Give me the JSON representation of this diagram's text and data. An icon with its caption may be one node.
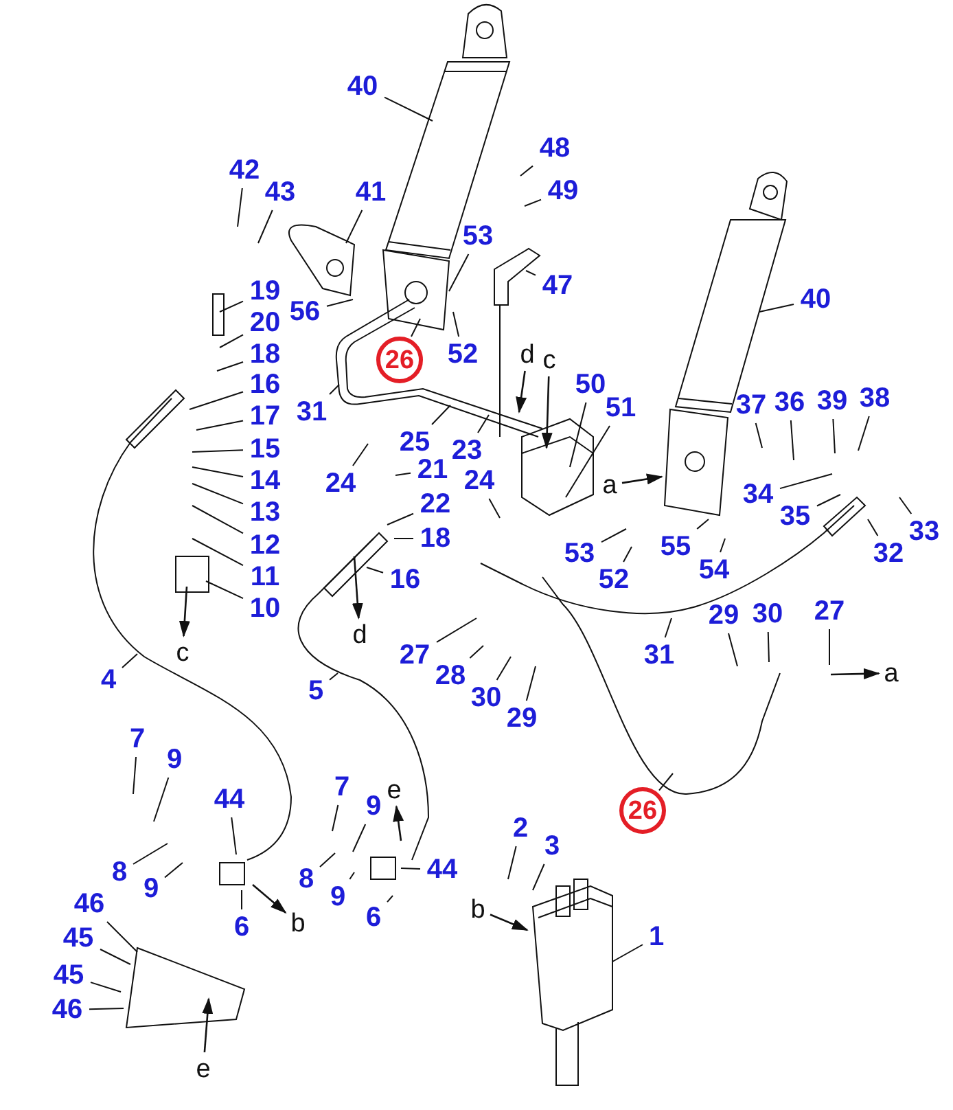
{
  "diagram": {
    "nodes": [
      {
        "text": [
          "40"
        ]
      },
      {
        "text": [
          "48"
        ]
      },
      {
        "text": [
          "42"
        ]
      },
      {
        "text": [
          "43"
        ]
      },
      {
        "text": [
          "41"
        ]
      },
      {
        "text": [
          "49"
        ]
      },
      {
        "text": [
          "53"
        ]
      },
      {
        "text": [
          "47"
        ]
      },
      {
        "text": [
          "19"
        ]
      },
      {
        "text": [
          "40"
        ]
      },
      {
        "text": [
          "56"
        ]
      },
      {
        "text": [
          "20"
        ]
      },
      {
        "text": [
          "18"
        ]
      },
      {
        "text": [
          "d"
        ]
      },
      {
        "text": [
          "26"
        ]
      },
      {
        "text": [
          "52"
        ]
      },
      {
        "text": [
          "c"
        ]
      },
      {
        "text": [
          "16"
        ]
      },
      {
        "text": [
          "50"
        ]
      },
      {
        "text": [
          "38"
        ]
      },
      {
        "text": [
          "39"
        ]
      },
      {
        "text": [
          "36"
        ]
      },
      {
        "text": [
          "37"
        ]
      },
      {
        "text": [
          "51"
        ]
      },
      {
        "text": [
          "31"
        ]
      },
      {
        "text": [
          "17"
        ]
      },
      {
        "text": [
          "25"
        ]
      },
      {
        "text": [
          "23"
        ]
      },
      {
        "text": [
          "15"
        ]
      },
      {
        "text": [
          "21"
        ]
      },
      {
        "text": [
          "24"
        ]
      },
      {
        "text": [
          "24"
        ]
      },
      {
        "text": [
          "22"
        ]
      },
      {
        "text": [
          "14"
        ]
      },
      {
        "text": [
          "a"
        ]
      },
      {
        "text": [
          "34"
        ]
      },
      {
        "text": [
          "13"
        ]
      },
      {
        "text": [
          "35"
        ]
      },
      {
        "text": [
          "33"
        ]
      },
      {
        "text": [
          "18"
        ]
      },
      {
        "text": [
          "12"
        ]
      },
      {
        "text": [
          "32"
        ]
      },
      {
        "text": [
          "53"
        ]
      },
      {
        "text": [
          "55"
        ]
      },
      {
        "text": [
          "54"
        ]
      },
      {
        "text": [
          "11"
        ]
      },
      {
        "text": [
          "52"
        ]
      },
      {
        "text": [
          "16"
        ]
      },
      {
        "text": [
          "10"
        ]
      },
      {
        "text": [
          "29"
        ]
      },
      {
        "text": [
          "30"
        ]
      },
      {
        "text": [
          "27"
        ]
      },
      {
        "text": [
          "d"
        ]
      },
      {
        "text": [
          "c"
        ]
      },
      {
        "text": [
          "27"
        ]
      },
      {
        "text": [
          "31"
        ]
      },
      {
        "text": [
          "a"
        ]
      },
      {
        "text": [
          "28"
        ]
      },
      {
        "text": [
          "4"
        ]
      },
      {
        "text": [
          "5"
        ]
      },
      {
        "text": [
          "30"
        ]
      },
      {
        "text": [
          "29"
        ]
      },
      {
        "text": [
          "7"
        ]
      },
      {
        "text": [
          "9"
        ]
      },
      {
        "text": [
          "7"
        ]
      },
      {
        "text": [
          "e"
        ]
      },
      {
        "text": [
          "44"
        ]
      },
      {
        "text": [
          "9"
        ]
      },
      {
        "text": [
          "26"
        ]
      },
      {
        "text": [
          "2"
        ]
      },
      {
        "text": [
          "3"
        ]
      },
      {
        "text": [
          "44"
        ]
      },
      {
        "text": [
          "8"
        ]
      },
      {
        "text": [
          "8"
        ]
      },
      {
        "text": [
          "9"
        ]
      },
      {
        "text": [
          "9"
        ]
      },
      {
        "text": [
          "46"
        ]
      },
      {
        "text": [
          "b"
        ]
      },
      {
        "text": [
          "6"
        ]
      },
      {
        "text": [
          "b"
        ]
      },
      {
        "text": [
          "6"
        ]
      },
      {
        "text": [
          "1"
        ]
      },
      {
        "text": [
          "45"
        ]
      },
      {
        "text": [
          "45"
        ]
      },
      {
        "text": [
          "46"
        ]
      },
      {
        "text": [
          "e"
        ]
      }
    ],
    "edges": [
      {
        "from": 0,
        "to": null,
        "arrow": "none"
      },
      {
        "from": 1,
        "to": null,
        "arrow": "none"
      },
      {
        "from": 2,
        "to": null,
        "arrow": "none"
      },
      {
        "from": 3,
        "to": null,
        "arrow": "none"
      },
      {
        "from": 4,
        "to": null,
        "arrow": "none"
      },
      {
        "from": 5,
        "to": null,
        "arrow": "none"
      },
      {
        "from": 6,
        "to": null,
        "arrow": "none"
      },
      {
        "from": 7,
        "to": null,
        "arrow": "none"
      },
      {
        "from": 8,
        "to": null,
        "arrow": "none"
      },
      {
        "from": 9,
        "to": null,
        "arrow": "none"
      },
      {
        "from": 10,
        "to": null,
        "arrow": "none"
      },
      {
        "from": 11,
        "to": null,
        "arrow": "none"
      },
      {
        "from": 12,
        "to": null,
        "arrow": "none"
      },
      {
        "from": 13,
        "to": null,
        "arrow": "to"
      },
      {
        "from": 14,
        "to": null,
        "arrow": "none"
      },
      {
        "from": 15,
        "to": null,
        "arrow": "none"
      },
      {
        "from": 16,
        "to": null,
        "arrow": "to"
      },
      {
        "from": 17,
        "to": null,
        "arrow": "none"
      },
      {
        "from": 18,
        "to": null,
        "arrow": "none"
      },
      {
        "from": 19,
        "to": null,
        "arrow": "none"
      },
      {
        "from": 20,
        "to": null,
        "arrow": "none"
      },
      {
        "from": 21,
        "to": null,
        "arrow": "none"
      },
      {
        "from": 22,
        "to": null,
        "arrow": "none"
      },
      {
        "from": 23,
        "to": null,
        "arrow": "none"
      },
      {
        "from": 24,
        "to": null,
        "arrow": "none"
      },
      {
        "from": 25,
        "to": null,
        "arrow": "none"
      },
      {
        "from": 26,
        "to": null,
        "arrow": "none"
      },
      {
        "from": 27,
        "to": null,
        "arrow": "none"
      },
      {
        "from": 28,
        "to": null,
        "arrow": "none"
      },
      {
        "from": 29,
        "to": null,
        "arrow": "none"
      },
      {
        "from": 30,
        "to": null,
        "arrow": "none"
      },
      {
        "from": 31,
        "to": null,
        "arrow": "none"
      },
      {
        "from": 32,
        "to": null,
        "arrow": "none"
      },
      {
        "from": 33,
        "to": null,
        "arrow": "none"
      },
      {
        "from": 34,
        "to": null,
        "arrow": "to"
      },
      {
        "from": 35,
        "to": null,
        "arrow": "none"
      },
      {
        "from": 36,
        "to": null,
        "arrow": "none"
      },
      {
        "from": 37,
        "to": null,
        "arrow": "none"
      },
      {
        "from": 38,
        "to": null,
        "arrow": "none"
      },
      {
        "from": 39,
        "to": null,
        "arrow": "none"
      },
      {
        "from": 40,
        "to": null,
        "arrow": "none"
      },
      {
        "from": 41,
        "to": null,
        "arrow": "none"
      },
      {
        "from": 42,
        "to": null,
        "arrow": "none"
      },
      {
        "from": 43,
        "to": null,
        "arrow": "none"
      },
      {
        "from": 44,
        "to": null,
        "arrow": "none"
      },
      {
        "from": 45,
        "to": null,
        "arrow": "none"
      },
      {
        "from": 46,
        "to": null,
        "arrow": "none"
      },
      {
        "from": 47,
        "to": null,
        "arrow": "none"
      },
      {
        "from": 48,
        "to": null,
        "arrow": "none"
      },
      {
        "from": 49,
        "to": null,
        "arrow": "none"
      },
      {
        "from": 50,
        "to": null,
        "arrow": "none"
      },
      {
        "from": 51,
        "to": null,
        "arrow": "none"
      },
      {
        "from": null,
        "to": 52,
        "arrow": "to"
      },
      {
        "from": null,
        "to": 53,
        "arrow": "to"
      },
      {
        "from": 54,
        "to": null,
        "arrow": "none"
      },
      {
        "from": 55,
        "to": null,
        "arrow": "none"
      },
      {
        "from": null,
        "to": 56,
        "arrow": "to"
      },
      {
        "from": 57,
        "to": null,
        "arrow": "none"
      },
      {
        "from": 58,
        "to": null,
        "arrow": "none"
      },
      {
        "from": 59,
        "to": null,
        "arrow": "none"
      },
      {
        "from": 60,
        "to": null,
        "arrow": "none"
      },
      {
        "from": 61,
        "to": null,
        "arrow": "none"
      },
      {
        "from": 62,
        "to": null,
        "arrow": "none"
      },
      {
        "from": 63,
        "to": null,
        "arrow": "none"
      },
      {
        "from": 64,
        "to": null,
        "arrow": "none"
      },
      {
        "from": null,
        "to": 65,
        "arrow": "to"
      },
      {
        "from": 66,
        "to": null,
        "arrow": "none"
      },
      {
        "from": 67,
        "to": null,
        "arrow": "none"
      },
      {
        "from": 68,
        "to": null,
        "arrow": "none"
      },
      {
        "from": 69,
        "to": null,
        "arrow": "none"
      },
      {
        "from": 70,
        "to": null,
        "arrow": "none"
      },
      {
        "from": 71,
        "to": null,
        "arrow": "none"
      },
      {
        "from": 72,
        "to": null,
        "arrow": "none"
      },
      {
        "from": 73,
        "to": null,
        "arrow": "none"
      },
      {
        "from": 74,
        "to": null,
        "arrow": "none"
      },
      {
        "from": 75,
        "to": null,
        "arrow": "none"
      },
      {
        "from": 76,
        "to": null,
        "arrow": "none"
      },
      {
        "from": 77,
        "to": null,
        "arrow": "to"
      },
      {
        "from": 78,
        "to": null,
        "arrow": "none"
      },
      {
        "from": null,
        "to": 79,
        "arrow": "to"
      },
      {
        "from": 80,
        "to": null,
        "arrow": "none"
      },
      {
        "from": 81,
        "to": null,
        "arrow": "none"
      },
      {
        "from": 82,
        "to": null,
        "arrow": "none"
      },
      {
        "from": 83,
        "to": null,
        "arrow": "none"
      },
      {
        "from": 84,
        "to": null,
        "arrow": "none"
      },
      {
        "from": 85,
        "to": null,
        "arrow": "to"
      }
    ]
  }
}
